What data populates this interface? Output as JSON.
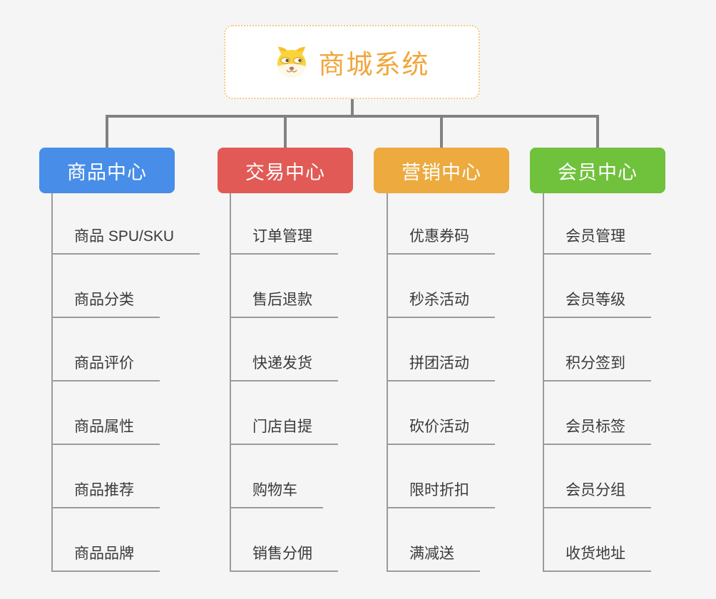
{
  "root": {
    "title": "商城系统",
    "icon": "dog-face-icon"
  },
  "colors": {
    "background": "#F5F5F5",
    "root_text": "#F0A63C",
    "root_border": "#F2C887",
    "connector": "#828282",
    "sub_line": "#9B9B9B",
    "item_text": "#3A3A3A"
  },
  "branches": [
    {
      "label": "商品中心",
      "color": "#488EE8",
      "items": [
        "商品 SPU/SKU",
        "商品分类",
        "商品评价",
        "商品属性",
        "商品推荐",
        "商品品牌"
      ]
    },
    {
      "label": "交易中心",
      "color": "#E25A56",
      "items": [
        "订单管理",
        "售后退款",
        "快递发货",
        "门店自提",
        "购物车",
        "销售分佣"
      ]
    },
    {
      "label": "营销中心",
      "color": "#ECAA3F",
      "items": [
        "优惠券码",
        "秒杀活动",
        "拼团活动",
        "砍价活动",
        "限时折扣",
        "满减送"
      ]
    },
    {
      "label": "会员中心",
      "color": "#70C13C",
      "items": [
        "会员管理",
        "会员等级",
        "积分签到",
        "会员标签",
        "会员分组",
        "收货地址"
      ]
    }
  ]
}
